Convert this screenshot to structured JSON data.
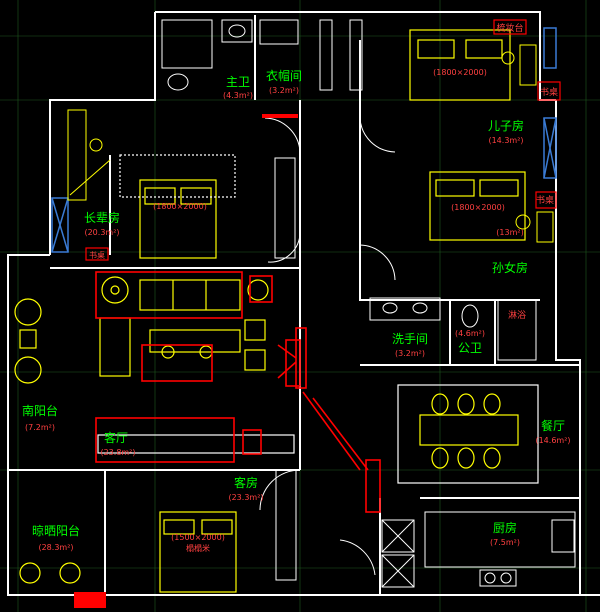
{
  "colors": {
    "background": "#000000",
    "wall": "#ffffff",
    "furniture": "#ffff00",
    "highlight": "#ff0000",
    "room_label": "#00ff00",
    "area_label": "#ff0000",
    "dim_label": "#ff4040",
    "grid": "#1f5a1f",
    "window": "#3a7bd5"
  },
  "rooms": {
    "master_bath": {
      "name": "主卫",
      "area": "(4.3m²)"
    },
    "cloakroom": {
      "name": "衣帽间",
      "area": "(3.2m²)"
    },
    "son_room": {
      "name": "儿子房",
      "area": "(14.3m²)"
    },
    "elder_room": {
      "name": "长辈房",
      "area": "(20.3m²)"
    },
    "granddaughter_room": {
      "name": "孙女房",
      "area": "(13m²)"
    },
    "washroom": {
      "name": "洗手间",
      "area": "(3.2m²)"
    },
    "public_bath": {
      "name": "公卫",
      "area": "(4.6m²)"
    },
    "south_balcony": {
      "name": "南阳台",
      "area": "(7.2m²)"
    },
    "living_room": {
      "name": "客厅",
      "area": "(23.8m²)"
    },
    "dining_room": {
      "name": "餐厅",
      "area": "(14.6m²)"
    },
    "guest_room": {
      "name": "客房",
      "area": "(23.3m²)"
    },
    "drying_balcony": {
      "name": "晾晒阳台",
      "area": "(28.3m²)"
    },
    "kitchen": {
      "name": "厨房",
      "area": "(7.5m²)"
    }
  },
  "annotations": {
    "son_bed": "(1800×2000)",
    "elder_bed": "(1800×2000)",
    "granddaughter_bed": "(1800×2000)",
    "guest_bed": "(1500×2000)",
    "guest_bed_note": "榻榻米",
    "son_desk": "梳妆台",
    "son_tag": "书桌",
    "gr_desk": "书桌",
    "shower": "淋浴",
    "elder_tag": "书桌"
  }
}
